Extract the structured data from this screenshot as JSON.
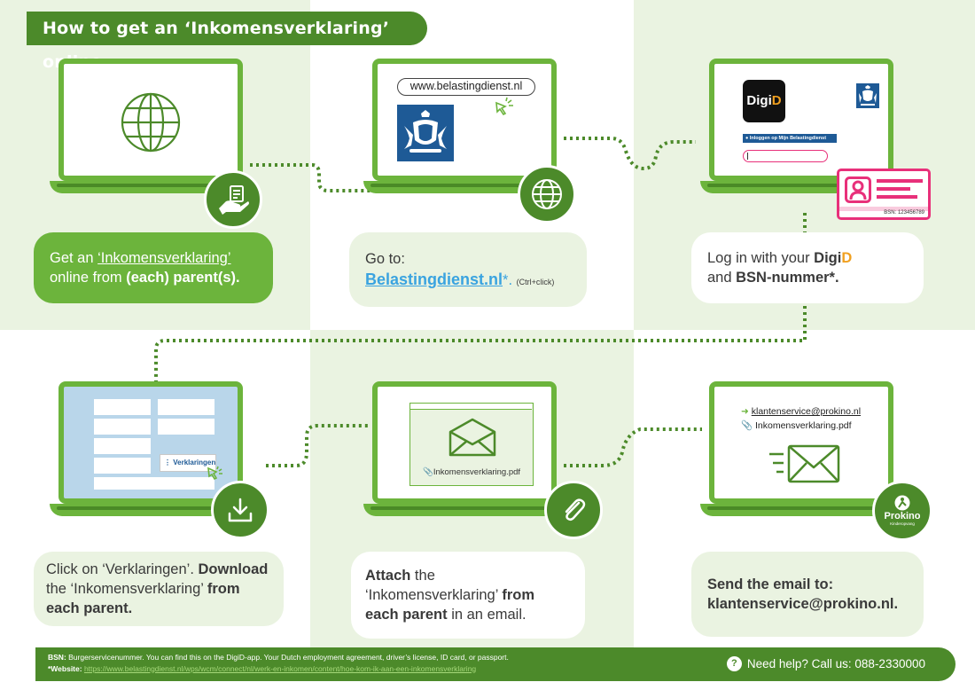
{
  "title": "How to get an ‘Inkomensverklaring’ online",
  "steps": [
    {
      "text_pre": "Get an ",
      "text_link": "‘Inkomensverklaring’",
      "text_mid": "online from ",
      "text_bold": "(each) parent(s).",
      "icon": "hand-document-icon"
    },
    {
      "text_pre": "Go to:",
      "link": "Belastingdienst.nl",
      "link_suffix": "*.",
      "hint": "(Ctrl+click)",
      "url": "www.belastingdienst.nl",
      "icon": "globe-icon"
    },
    {
      "text_pre": "Log in with your ",
      "digi": "Digi",
      "digi_d": "D",
      "text_and": "and ",
      "text_bold": "BSN-nummer*.",
      "digid_logo": "DigiD",
      "login_label": "Inloggen op Mijn Belastingdienst",
      "bsn_label": "BSN: 123456789"
    },
    {
      "text_pre": "Click on ‘Verklaringen’. ",
      "text_bold1": "Download",
      "text_mid": " the ‘Inkomensverklaring’ ",
      "text_bold2": "from each parent.",
      "screen_button": "Verklaringen",
      "icon": "download-icon"
    },
    {
      "text_bold1": "Attach",
      "text_mid": " the ‘Inkomensverklaring’ ",
      "text_bold2": "from each parent",
      "text_post": " in an email.",
      "attachment": "Inkomensverklaring.pdf",
      "icon": "paperclip-icon"
    },
    {
      "text_bold": "Send the email to: klantenservice@prokino.nl.",
      "email_to": "klantenservice@prokino.nl",
      "email_attachment": "Inkomensverklaring.pdf",
      "brand": "Prokino",
      "brand_sub": "Kinderopvang"
    }
  ],
  "footer": {
    "bsn_label": "BSN:",
    "bsn_text": " Burgerservicenummer. You can find this on the DigiD-app. Your Dutch employment agreement, driver’s license, ID card, or passport.",
    "website_label": "*Website:",
    "website_url": "https://www.belastingdienst.nl/wps/wcm/connect/nl/werk-en-inkomen/content/hoe-kom-ik-aan-een-inkomensverklaring",
    "help": "Need help? Call us: 088-2330000",
    "help_icon": "?"
  },
  "colors": {
    "green_dark": "#4c8a2a",
    "green": "#6cb43c",
    "green_light": "#eaf3e1",
    "link_blue": "#3aa3e0",
    "digid_orange": "#f0a020",
    "bsn_pink": "#e8307a"
  }
}
